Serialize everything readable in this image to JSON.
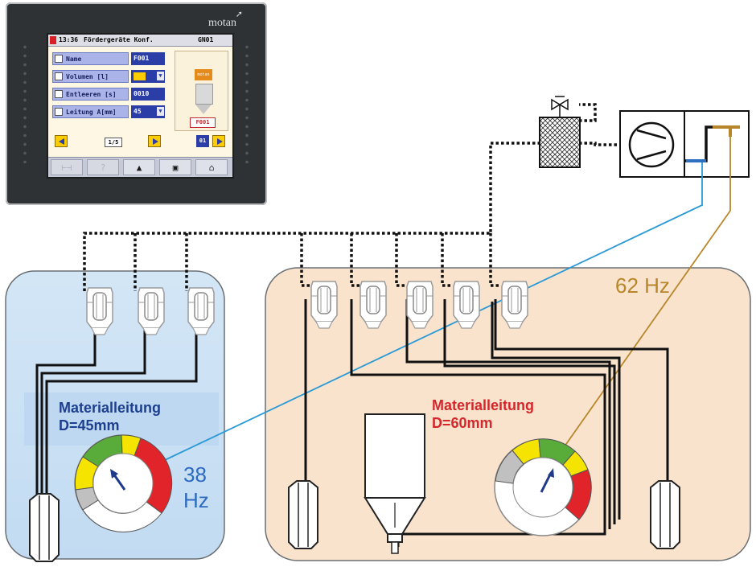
{
  "hmi": {
    "brand": "motan",
    "status_time": "13:36",
    "screen_title": "Fördergeräte Konf.",
    "screen_id": "GN01",
    "rows": [
      {
        "label": "Name",
        "value": "F001"
      },
      {
        "label": "Volumen   [l]",
        "value": "",
        "dropdown": true
      },
      {
        "label": "Entleeren [s]",
        "value": "0010"
      },
      {
        "label": "Leitung A[mm]",
        "value": "45",
        "dropdown": true
      }
    ],
    "device_tag": "F001",
    "device_badge": "motan",
    "page_indicator": "1/5",
    "number_indicator": "01",
    "softkeys": [
      "⊢⊣",
      "?",
      "▲",
      "▣",
      "⌂"
    ]
  },
  "zones": {
    "blue": {
      "label_line1": "Materialleitung",
      "label_line2": "D=45mm",
      "frequency_line1": "38",
      "frequency_line2": "Hz",
      "color": "#c9dff4"
    },
    "orange": {
      "label_line1": "Materialleitung",
      "label_line2": "D=60mm",
      "frequency": "62 Hz",
      "color": "#f9e3cd"
    }
  },
  "colors": {
    "blue_signal": "#2a9ad6",
    "gold_signal": "#b8872c",
    "material_line": "#111111",
    "control_line": "#111111",
    "gauge_green": "#5aac3a",
    "gauge_yellow": "#f4e400",
    "gauge_red": "#e1242a",
    "gauge_grey": "#c0c0c0",
    "needle": "#1f3a8a"
  },
  "icons": [
    "pump-icon",
    "filter-icon",
    "valve-icon",
    "hopper-icon",
    "gauge-icon",
    "storage-bin-icon",
    "receiver-icon"
  ]
}
